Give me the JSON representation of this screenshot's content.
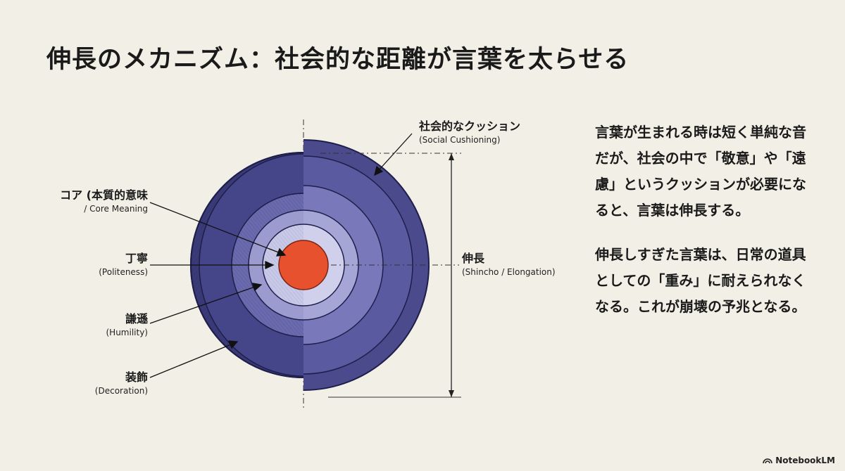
{
  "title": "伸長のメカニズム：社会的な距離が言葉を太らせる",
  "diagram": {
    "labels": {
      "core": {
        "jp": "コア (本質的意味",
        "en": "/ Core Meaning"
      },
      "politeness": {
        "jp": "丁寧",
        "en": "(Politeness)"
      },
      "humility": {
        "jp": "謙遜",
        "en": "(Humility)"
      },
      "decoration": {
        "jp": "装飾",
        "en": "(Decoration)"
      },
      "cushioning": {
        "jp": "社会的なクッション",
        "en": "(Social Cushioning)"
      },
      "elongation": {
        "jp": "伸長",
        "en": "(Shincho / Elongation)"
      }
    },
    "colors": {
      "outer": "#4a4a8c",
      "outer_dark": "#3a3a78",
      "ring2": "#6a6aae",
      "ring3": "#9b9bd0",
      "ring4": "#c8c8e8",
      "core": "#e8512e"
    }
  },
  "paragraphs": [
    "言葉が生まれる時は短く単純な音だが、社会の中で「敬意」や「遠慮」というクッションが必要になると、言葉は伸長する。",
    "伸長しすぎた言葉は、日常の道具としての「重み」に耐えられなくなる。これが崩壊の予兆となる。"
  ],
  "brand": "NotebookLM"
}
